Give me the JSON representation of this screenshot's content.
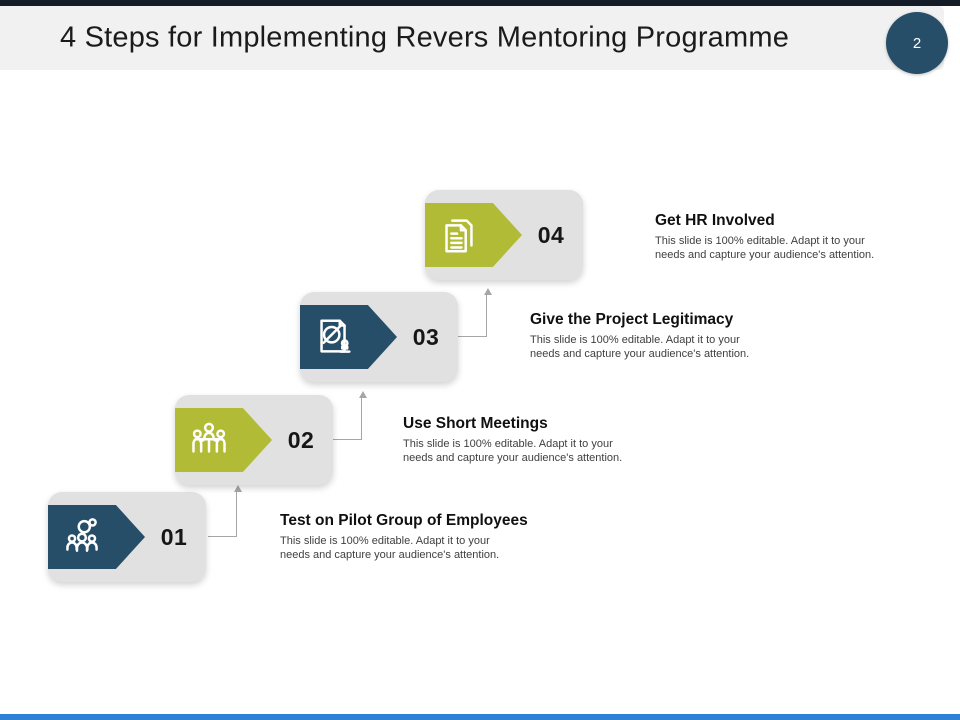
{
  "slide": {
    "title": "4 Steps for Implementing Revers Mentoring Programme",
    "page_number": "2"
  },
  "colors": {
    "navy": "#274e68",
    "olive": "#b2bb35",
    "card": "#e1e1e1",
    "header": "#f1f1f1",
    "topbar": "#141d27",
    "bottombar": "#2e7fd6",
    "connector": "#a6a6a6"
  },
  "steps": [
    {
      "number": "01",
      "title": "Test on Pilot Group of Employees",
      "description": "This slide is 100% editable. Adapt it to your\nneeds and capture your audience's attention.",
      "icon": "employee-group-icon",
      "theme": "navy"
    },
    {
      "number": "02",
      "title": "Use Short Meetings",
      "description": "This slide is 100% editable. Adapt it to your\nneeds and capture your audience's attention.",
      "icon": "meeting-table-icon",
      "theme": "olive"
    },
    {
      "number": "03",
      "title": "Give the Project Legitimacy",
      "description": "This slide is 100% editable. Adapt it to your\nneeds and capture your audience's attention.",
      "icon": "document-stamp-icon",
      "theme": "navy"
    },
    {
      "number": "04",
      "title": "Get HR Involved",
      "description": "This slide is 100% editable. Adapt it to your\nneeds and capture your audience's attention.",
      "icon": "documents-icon",
      "theme": "olive"
    }
  ]
}
